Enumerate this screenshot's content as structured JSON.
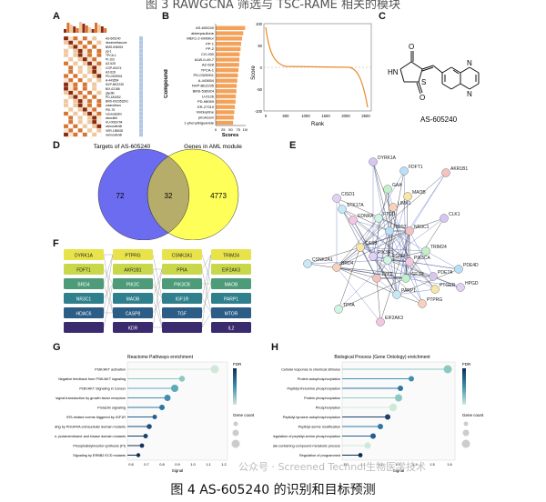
{
  "caption_top": "图 3 RAWGCNA 筛选与 TSC-RAME 相关的模块",
  "caption_bottom": "图 4 AS-605240 的识别和目标预测",
  "panels": {
    "A": "A",
    "B": "B",
    "C": "C",
    "D": "D",
    "E": "E",
    "F": "F",
    "G": "G",
    "H": "H"
  },
  "panelA": {
    "rows": [
      "AS-605240",
      "dexamethasone",
      "BMS-536924",
      "pp-1",
      "TPCA-1",
      "PI-103",
      "AZ-628",
      "CGP-60474",
      "AZ-628",
      "PD-0325901",
      "A-443654",
      "NVP-BEZ235",
      "BIX-02188",
      "glycitin",
      "PD-184352",
      "BRD-K92353291",
      "zotarolimus",
      "PIK-75",
      "rosuvastatin",
      "alvocidib",
      "KU-0063794",
      "vemurafenib",
      "VER-155008",
      "vemurafenib"
    ],
    "colors": {
      "dark": "#8b2a0e",
      "mid": "#d9742f",
      "light": "#f2c89b",
      "pale": "#fbe7d1",
      "blue": "#b3c7e6"
    }
  },
  "panelB": {
    "compounds": [
      "AS-605240",
      "alsterpaullone",
      "MEK1-2-inhibitor",
      "PP-1",
      "PP-2",
      "CG-930",
      "ALW-II-49-7",
      "AZ-628",
      "TPCA-1",
      "PD-0325901",
      "A-443654",
      "NVP-BEZ235",
      "BMS-536924",
      "U-0126",
      "PD-98059",
      "ER-27319",
      "Vinblastine",
      "piroxicam",
      "1-phenylbiguanide"
    ],
    "bar_values": [
      98,
      92,
      88,
      85,
      83,
      80,
      79,
      78,
      76,
      74,
      72,
      70,
      69,
      67,
      66,
      64,
      62,
      60,
      58
    ],
    "ylabel": "Compound",
    "xlabel": "Scores",
    "xticks": [
      "0",
      "25",
      "50",
      "75",
      "100"
    ],
    "curve_ylabel": "Score",
    "curve_xlabel": "Rank",
    "curve_xticks": [
      "0",
      "500",
      "1000",
      "1500",
      "2000",
      "2500"
    ],
    "curve_yticks": [
      "-100",
      "-50",
      "0",
      "50",
      "100"
    ]
  },
  "panelC": {
    "label": "AS-605240",
    "atoms": {
      "n1": "N",
      "n2": "N",
      "o1": "O",
      "o2": "O",
      "s": "S",
      "hn": "HN"
    }
  },
  "panelD": {
    "title_left": "Targets of AS-605240",
    "title_right": "Genes in AML module",
    "left_only": "72",
    "overlap": "32",
    "right_only": "4773",
    "left_color": "#6b6cf0",
    "right_color": "#ffff5a",
    "overlap_color": "#b6ad6a"
  },
  "panelE": {
    "nodes": [
      "DYRK1A",
      "FDFT1",
      "AKR1B1",
      "GAA",
      "MAOB",
      "CISD1",
      "STK17A",
      "LIMK1",
      "FTCD",
      "EDNRA",
      "CLK1",
      "NOS2",
      "NR3C1",
      "TRIM24",
      "CASB",
      "PIK3R1",
      "CSNK2A1",
      "BRD4",
      "EGFR",
      "PIK3CA",
      "PDE7A",
      "PDE4D",
      "TYK2",
      "IGF1R",
      "PTGER",
      "HPGD",
      "PARP1",
      "PTPRG",
      "TPPA",
      "EIF2AK3"
    ]
  },
  "panelF": {
    "col1": [
      "DYRK1A",
      "FDFT1",
      "BRD4",
      "NR3C1",
      "HDAC6",
      ""
    ],
    "col2": [
      "PTPRG",
      "AKR1B1",
      "PIK3C",
      "MAOB",
      "CASP8",
      "KDR"
    ],
    "col3": [
      "CSNK2A1",
      "PPIA",
      "PIK3CB",
      "IGF1R",
      "TGF",
      ""
    ],
    "col4": [
      "TRIM24",
      "EIF2AK3",
      "MAOB",
      "PARP1",
      "MTOR",
      "IL2"
    ]
  },
  "panelG": {
    "title": "Reactome Pathways enrichment",
    "terms": [
      "PI3K/AKT activation",
      "Negative feedback from PI3K/AKT signaling",
      "PI3K/AKT Signaling in Cancer",
      "Diseases of signal transduction by growth factor receptors",
      "Prolactin signaling",
      "IRS-related events triggered by IGF1R",
      "Signaling by PDGFRA extracellular domain mutants",
      "Signaling by PDGFRA transmembrane, juxtamembrane and kinase domain mutants",
      "Phosphatidylinositol synthesis (PI)",
      "Signaling by ERBB2 ECD mutants"
    ],
    "xlabel": "Signal",
    "xticks": [
      "0.6",
      "0.7",
      "0.8",
      "0.9",
      "1.0",
      "1.1",
      "1.2"
    ],
    "legend_fdr": "FDR",
    "legend_size": "Gene count"
  },
  "panelH": {
    "title": "Biological Process (Gene Ontology) enrichment",
    "terms": [
      "Cellular response to chemical stimulus",
      "Protein autophosphorylation",
      "Peptidyl-threonine phosphorylation",
      "Protein phosphorylation",
      "Phosphorylation",
      "Peptidyl-tyrosine autophosphorylation",
      "Peptidyl-serine modification",
      "Regulation of peptidyl-serine phosphorylation",
      "Phosphate-containing compound metabolic process",
      "Regulation of programmed"
    ],
    "xlabel": "Signal",
    "xticks": [
      "1.0",
      "1.1",
      "1.2",
      "1.3",
      "1.4",
      "1.5",
      "1.6"
    ],
    "legend_fdr": "FDR",
    "legend_size": "Gene count"
  },
  "watermark": "公众号 · Screened Technol生物医学技术"
}
